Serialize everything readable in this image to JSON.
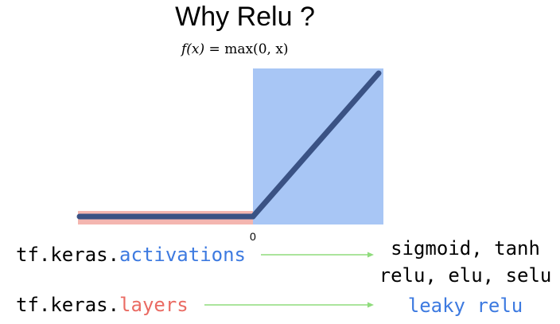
{
  "title": "Why Relu ?",
  "formula": {
    "lhs": "f(x)",
    "eq": " = ",
    "rhs": "max(0, x)"
  },
  "plot": {
    "origin_label": "0",
    "negative_region_color": "#f4b6b0",
    "positive_region_color": "#a8c6f5",
    "line_color": "#3a5284"
  },
  "api": {
    "activations": {
      "prefix": "tf.keras.",
      "module": "activations",
      "module_color": "#3d7ae0"
    },
    "layers": {
      "prefix": "tf.keras.",
      "module": "layers",
      "module_color": "#ea6b63"
    }
  },
  "targets": {
    "activations_line1": "sigmoid, tanh",
    "activations_line2": "relu, elu, selu",
    "layers_line1": "leaky relu",
    "layers_color": "#3d7ae0"
  },
  "arrow_color": "#8fdc7c"
}
